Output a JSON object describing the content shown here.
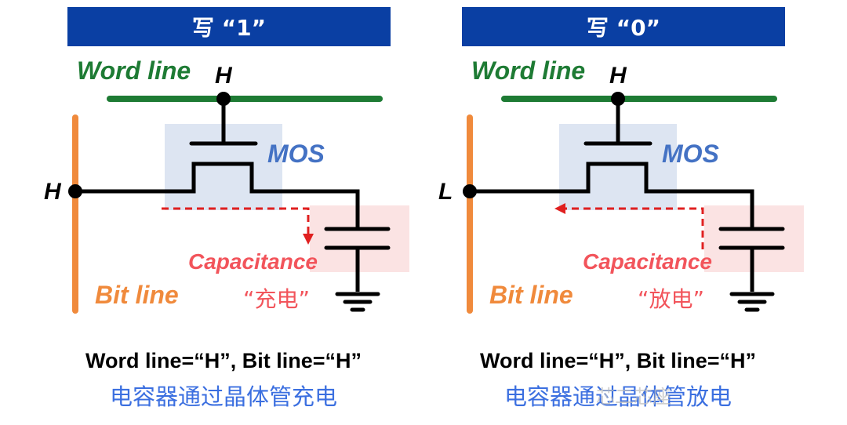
{
  "panels": [
    {
      "title": "写 “1”",
      "word_line_label": "Word line",
      "gate_level": "H",
      "bit_level": "H",
      "mos_label": "MOS",
      "capacitance_label": "Capacitance",
      "action_label": "“充电”",
      "bit_line_label": "Bit line",
      "condition": "Word line=“H”, Bit line=“H”",
      "summary": "电容器通过晶体管充电",
      "current_direction": "charge"
    },
    {
      "title": "写 “0”",
      "word_line_label": "Word line",
      "gate_level": "H",
      "bit_level": "L",
      "mos_label": "MOS",
      "capacitance_label": "Capacitance",
      "action_label": "“放电”",
      "bit_line_label": "Bit line",
      "condition": "Word line=“H”, Bit line=“H”",
      "summary": "电容器通过晶体管放电",
      "current_direction": "discharge"
    }
  ],
  "watermark": "芯二芯座",
  "colors": {
    "banner": "#0a3fa3",
    "word_line": "#1e7b34",
    "bit_line": "#f08a3c",
    "mos_highlight": "#dde5f2",
    "cap_highlight": "#fbe3e3",
    "mos_text": "#4472c4",
    "capacitance_text": "#f2545b",
    "current_arrow": "#e02020",
    "summary_text": "#3b6fe0"
  }
}
